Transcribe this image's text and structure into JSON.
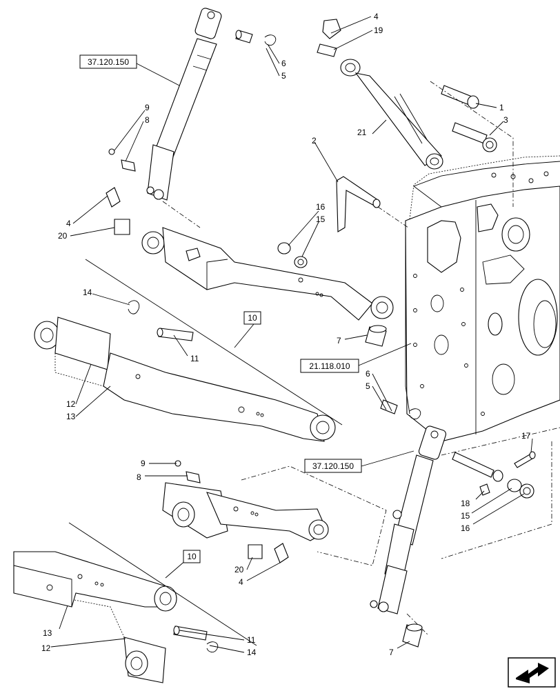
{
  "refs": {
    "r_top_left": "37.120.150",
    "r_mid_right": "37.120.150",
    "r_housing": "21.118.010",
    "r_arm_top": "10",
    "r_arm_bottom": "10"
  },
  "labels": {
    "l_4a": "4",
    "l_19": "19",
    "l_1": "1",
    "l_3": "3",
    "l_21": "21",
    "l_6a": "6",
    "l_5a": "5",
    "l_9a": "9",
    "l_8a": "8",
    "l_4b": "4",
    "l_20a": "20",
    "l_2": "2",
    "l_16a": "16",
    "l_15a": "15",
    "l_14a": "14",
    "l_11a": "11",
    "l_7a": "7",
    "l_12a": "12",
    "l_13a": "13",
    "l_6b": "6",
    "l_5b": "5",
    "l_17": "17",
    "l_18": "18",
    "l_15b": "15",
    "l_16b": "16",
    "l_9b": "9",
    "l_8b": "8",
    "l_20b": "20",
    "l_4c": "4",
    "l_13b": "13",
    "l_12b": "12",
    "l_11b": "11",
    "l_14b": "14",
    "l_7b": "7"
  },
  "icons": {
    "nav": "next-page-arrow-icon"
  }
}
